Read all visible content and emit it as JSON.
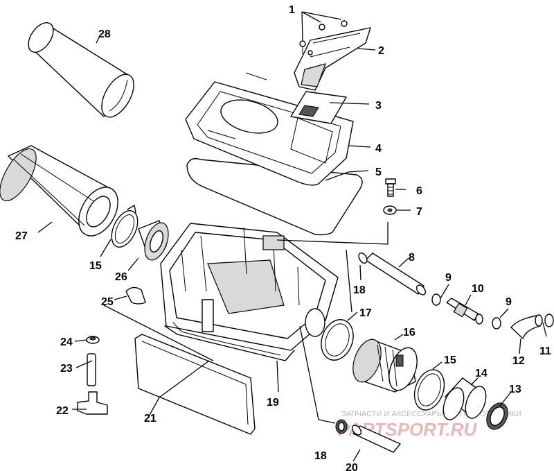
{
  "diagram": {
    "callouts": [
      "1",
      "2",
      "3",
      "4",
      "5",
      "6",
      "7",
      "8",
      "9",
      "10",
      "9",
      "11",
      "12",
      "13",
      "14",
      "15",
      "16",
      "17",
      "18",
      "18",
      "19",
      "20",
      "21",
      "22",
      "23",
      "24",
      "25",
      "26",
      "27",
      "15",
      "28"
    ]
  },
  "watermark": {
    "line1": "ЗАПЧАСТИ И АКСЕССУАРЫ ДЛЯ МОТОТЕХНИКИ",
    "line2": "PARTSPORT.RU"
  }
}
